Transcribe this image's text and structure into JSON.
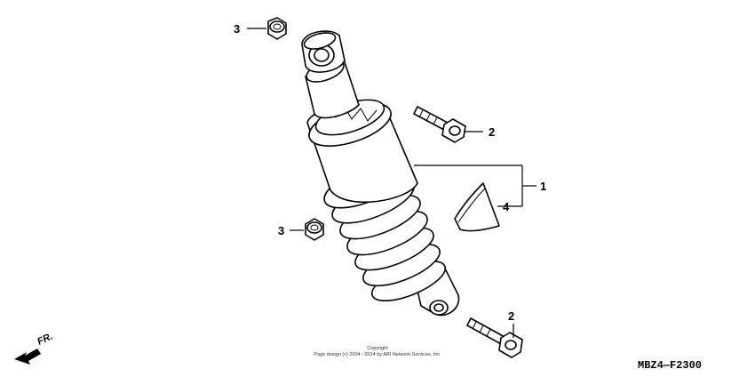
{
  "callouts": {
    "c1": "1",
    "c2a": "2",
    "c2b": "2",
    "c3a": "3",
    "c3b": "3",
    "c4": "4"
  },
  "diagram_code": "MBZ4—F2300",
  "copyright": {
    "line1": "Copyright",
    "line2": "Page design (c) 2004 - 2014 by ARI Network Services, Inc."
  },
  "direction_label": "FR."
}
